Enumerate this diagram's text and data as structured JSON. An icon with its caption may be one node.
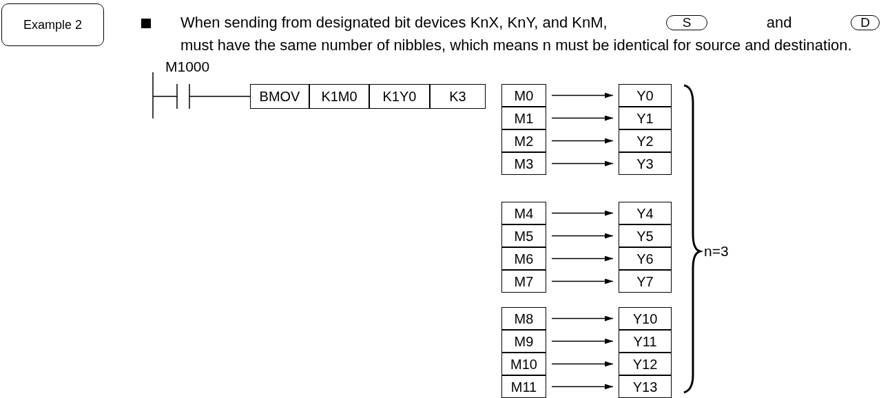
{
  "diagram": {
    "nodes": [
      {
        "text": [
          "Example 2"
        ]
      },
      {
        "text": [
          "S"
        ]
      },
      {
        "text": [
          "D"
        ]
      },
      {
        "text": [
          "BMOV"
        ]
      },
      {
        "text": [
          "K1M0"
        ]
      },
      {
        "text": [
          "K1Y0"
        ]
      },
      {
        "text": [
          "K3"
        ]
      },
      {
        "text": [
          "M0"
        ]
      },
      {
        "text": [
          "Y0"
        ]
      },
      {
        "text": [
          "M1"
        ]
      },
      {
        "text": [
          "Y1"
        ]
      },
      {
        "text": [
          "M2"
        ]
      },
      {
        "text": [
          "Y2"
        ]
      },
      {
        "text": [
          "M3"
        ]
      },
      {
        "text": [
          "Y3"
        ]
      },
      {
        "text": [
          "M4"
        ]
      },
      {
        "text": [
          "Y4"
        ]
      },
      {
        "text": [
          "M5"
        ]
      },
      {
        "text": [
          "Y5"
        ]
      },
      {
        "text": [
          "M6"
        ]
      },
      {
        "text": [
          "Y6"
        ]
      },
      {
        "text": [
          "M7"
        ]
      },
      {
        "text": [
          "Y7"
        ]
      },
      {
        "text": [
          "M8"
        ]
      },
      {
        "text": [
          "Y10"
        ]
      },
      {
        "text": [
          "M9"
        ]
      },
      {
        "text": [
          "Y11"
        ]
      },
      {
        "text": [
          "M10"
        ]
      },
      {
        "text": [
          "Y12"
        ]
      },
      {
        "text": [
          "M11"
        ]
      },
      {
        "text": [
          "Y13"
        ]
      }
    ],
    "edges": [
      {
        "from": 7,
        "to": 8,
        "arrow": "to"
      },
      {
        "from": 9,
        "to": 10,
        "arrow": "to"
      },
      {
        "from": 11,
        "to": 12,
        "arrow": "to"
      },
      {
        "from": 13,
        "to": 14,
        "arrow": "to"
      },
      {
        "from": 15,
        "to": 16,
        "arrow": "to"
      },
      {
        "from": 17,
        "to": 18,
        "arrow": "to"
      },
      {
        "from": 19,
        "to": 20,
        "arrow": "to"
      },
      {
        "from": 21,
        "to": 22,
        "arrow": "to"
      },
      {
        "from": 23,
        "to": 24,
        "arrow": "to"
      },
      {
        "from": 25,
        "to": 26,
        "arrow": "to"
      },
      {
        "from": 27,
        "to": 28,
        "arrow": "to"
      },
      {
        "from": 29,
        "to": 30,
        "arrow": "to"
      }
    ],
    "labels": [
      "When sending from designated bit devices KnX, KnY, and KnM,",
      "and",
      "must have the same number of nibbles, which means n must be identical for source and destination.",
      "M1000",
      "n=3"
    ]
  }
}
